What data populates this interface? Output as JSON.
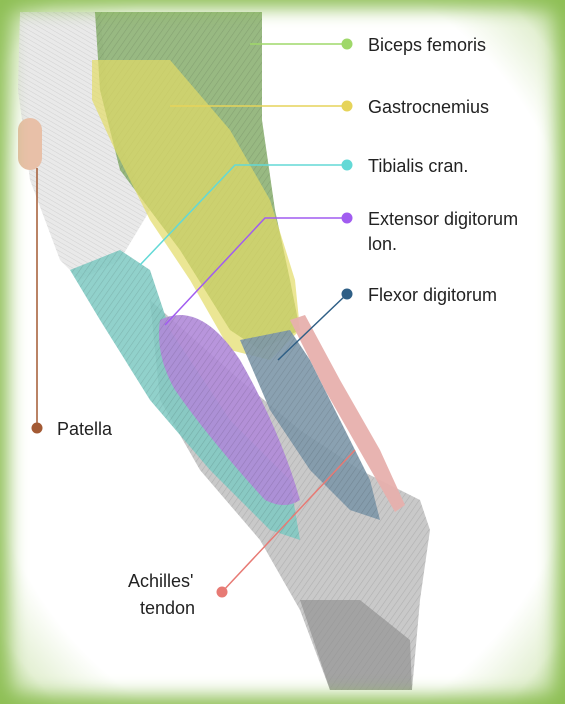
{
  "labels": {
    "biceps_femoris": "Biceps femoris",
    "gastrocnemius": "Gastrocnemius",
    "tibialis_cran": "Tibialis cran.",
    "extensor_digitorum_line1": "Extensor digitorum",
    "extensor_digitorum_line2": "lon.",
    "flexor_digitorum": "Flexor digitorum",
    "patella": "Patella",
    "achilles_line1": "Achilles'",
    "achilles_line2": "tendon"
  },
  "colors": {
    "biceps_femoris": "#9fd86a",
    "gastrocnemius": "#e6d45a",
    "tibialis_cran": "#63d9d6",
    "extensor_digitorum": "#a15cf0",
    "flexor_digitorum": "#2f5f86",
    "patella": "#a35a34",
    "achilles": "#e77a74",
    "frame": "#7fb24a"
  }
}
